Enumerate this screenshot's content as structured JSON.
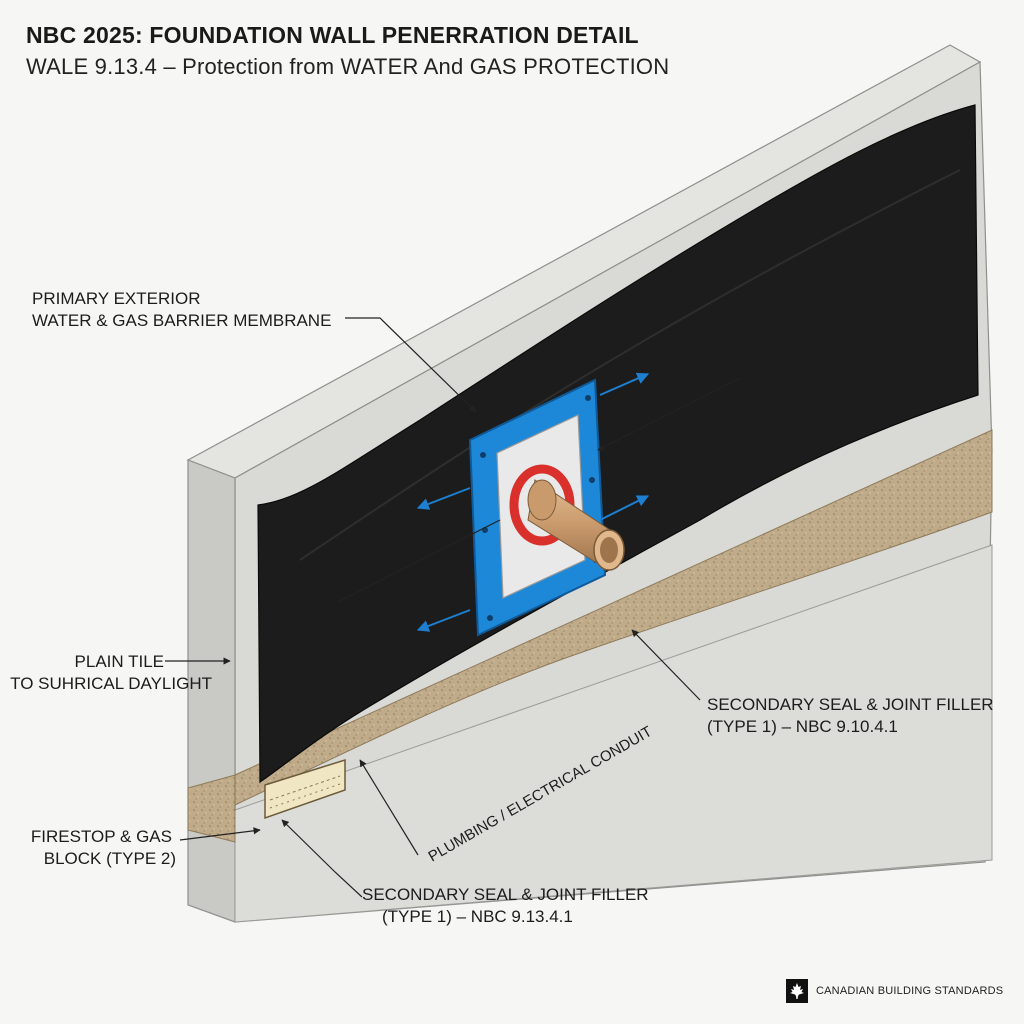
{
  "title": "NBC 2025: FOUNDATION WALL PENERRATION DETAIL",
  "subtitle": "WALE 9.13.4 – Protection from WATER And GAS PROTECTION",
  "labels": {
    "membrane_line1": "PRIMARY EXTERIOR",
    "membrane_line2": "WATER & GAS BARRIER MEMBRANE",
    "plain_tile_line1": "PLAIN TILE",
    "plain_tile_line2": "TO SUHRICAL DAYLIGHT",
    "secondary_seal_right_line1": "SECONDARY SEAL & JOINT FILLER",
    "secondary_seal_right_line2": "(TYPE 1) – NBC 9.10.4.1",
    "conduit": "PLUMBING / ELECTRICAL CONDUIT",
    "firestop_line1": "FIRESTOP & GAS",
    "firestop_line2": "BLOCK (TYPE 2)",
    "secondary_seal_bottom_line1": "SECONDARY SEAL & JOINT FILLER",
    "secondary_seal_bottom_line2": "(TYPE 1) – NBC 9.13.4.1"
  },
  "footer": {
    "brand": "CANADIAN BUILDING STANDARDS",
    "logo_icon": "maple-leaf-icon"
  },
  "colors": {
    "concrete": "#d9d9d6",
    "membrane": "#1c1c1c",
    "flange": "#1e88d8",
    "seal_ring": "#d9302c",
    "pipe": "#c99a6c",
    "joint_filler": "#b9a585"
  }
}
